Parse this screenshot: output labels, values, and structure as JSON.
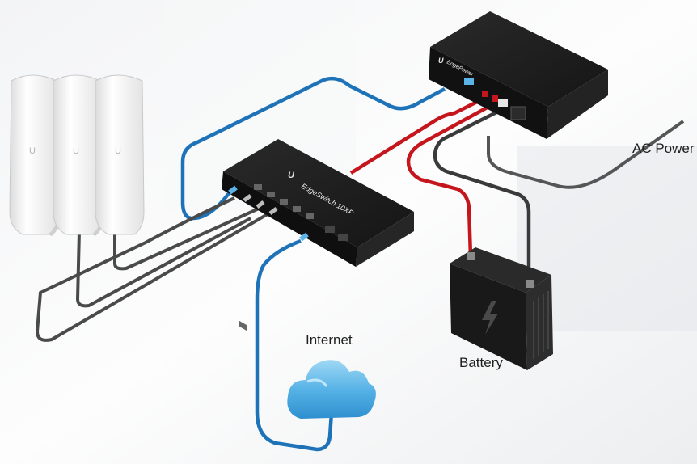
{
  "labels": {
    "internet": "Internet",
    "battery": "Battery",
    "ac_power": "AC Power"
  },
  "devices": {
    "switch_name": "EdgeSwitch 10XP",
    "power_module_name": "EdgePower",
    "brand_logo_text": "U",
    "access_point_logo_text": "U"
  },
  "colors": {
    "ethernet_cable": "#1e73b8",
    "positive_cable": "#c4161c",
    "negative_cable": "#3a3a3a",
    "ac_cable": "#555555",
    "device_body": "#1c1c1c",
    "cloud": "#56b2e5"
  },
  "icons": {
    "battery": "lightning-bolt-icon",
    "internet": "cloud-icon",
    "access_point": "ubiquiti-logo-icon"
  }
}
